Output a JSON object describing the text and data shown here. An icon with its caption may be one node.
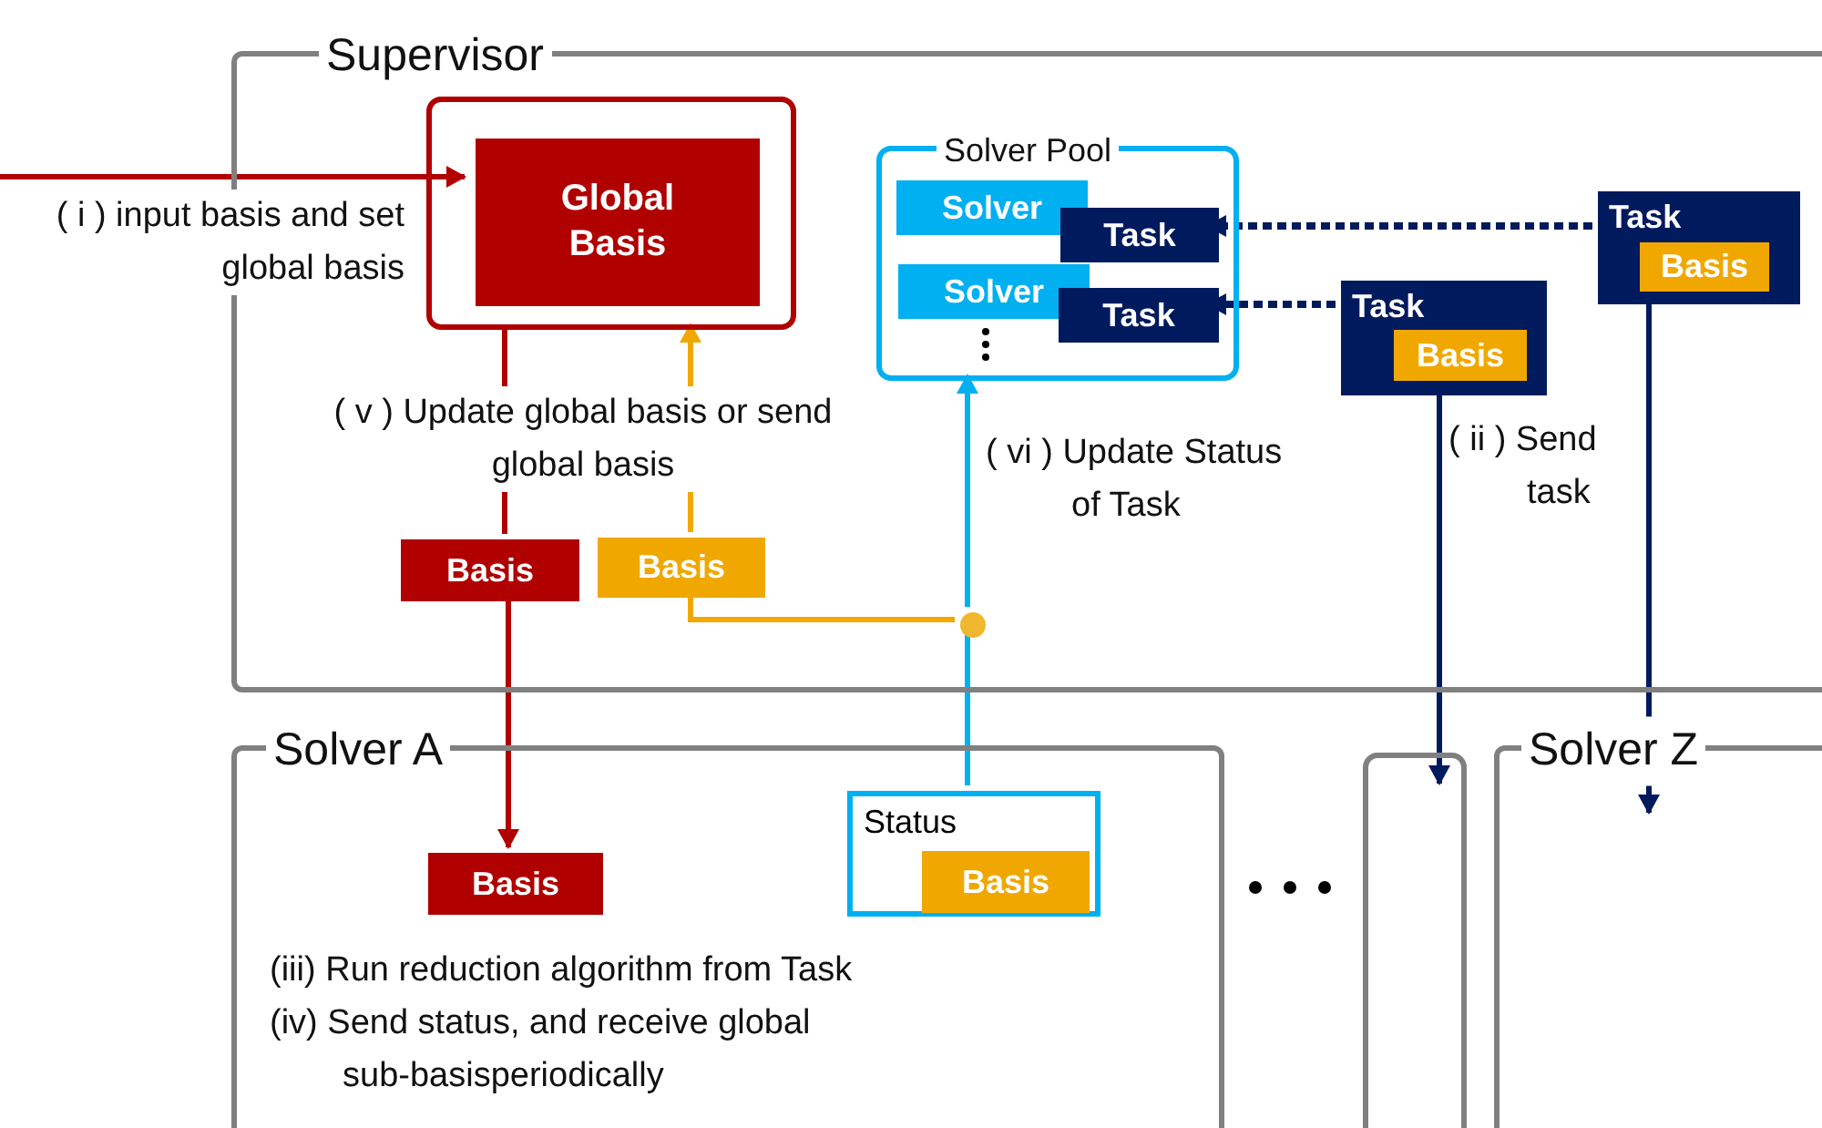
{
  "diagram": {
    "nodes": [
      {
        "text": [
          "Supervisor"
        ]
      },
      {
        "text": [],
        "shape": "box",
        "in": 0
      },
      {
        "text": [
          "Global Basis"
        ],
        "in": 1
      },
      {
        "text": [
          "Solver Pool"
        ],
        "in": 0
      },
      {
        "text": [
          "Solver"
        ],
        "in": 3
      },
      {
        "text": [
          "Task"
        ],
        "in": 3
      },
      {
        "text": [
          "Solver"
        ],
        "in": 3
      },
      {
        "text": [
          "Task"
        ],
        "in": 3
      },
      {
        "text": [
          "Task"
        ],
        "in": 0
      },
      {
        "text": [
          "Basis"
        ],
        "in": 8
      },
      {
        "text": [
          "Task"
        ],
        "in": 0
      },
      {
        "text": [
          "Basis"
        ],
        "in": 10
      },
      {
        "text": [
          "Basis"
        ],
        "in": 0
      },
      {
        "text": [
          "Basis"
        ],
        "in": 0
      },
      {
        "text": [
          "Solver A",
          "(iii) Run reduction algorithm from Task",
          "(iv) Send status, and receive global sub-basisperiodically"
        ]
      },
      {
        "text": [
          "Basis"
        ],
        "in": 14
      },
      {
        "text": [
          "Status"
        ],
        "in": 14
      },
      {
        "text": [
          "Basis"
        ],
        "in": 16
      },
      {
        "text": [],
        "shape": "box"
      },
      {
        "text": [
          "Solver Z"
        ]
      },
      {
        "text": [],
        "shape": "circle",
        "in": 0
      }
    ],
    "edges": [
      {
        "from": null,
        "to": 2,
        "arrow": "to",
        "color": "#b00000"
      },
      {
        "from": 1,
        "to": 12,
        "arrow": "none",
        "color": "#b00000"
      },
      {
        "from": 12,
        "to": 15,
        "arrow": "to",
        "color": "#b00000"
      },
      {
        "from": 13,
        "to": 1,
        "arrow": "to",
        "color": "#f0a800"
      },
      {
        "from": 20,
        "to": 13,
        "arrow": "none",
        "color": "#f0a800"
      },
      {
        "from": 16,
        "to": 20,
        "arrow": "none",
        "color": "#00b0f0"
      },
      {
        "from": 20,
        "to": 3,
        "arrow": "to",
        "color": "#00b0f0"
      },
      {
        "from": 10,
        "to": 5,
        "arrow": "to",
        "style": "dashed"
      },
      {
        "from": 8,
        "to": 7,
        "arrow": "to",
        "style": "dashed"
      },
      {
        "from": 8,
        "to": 18,
        "arrow": "to"
      },
      {
        "from": 10,
        "to": 19,
        "arrow": "to"
      }
    ],
    "labels": [
      "( i ) input basis and set global basis",
      "( v ) Update global basis or send global basis",
      "( vi ) Update Status of Task",
      "( ii ) Send task"
    ]
  }
}
